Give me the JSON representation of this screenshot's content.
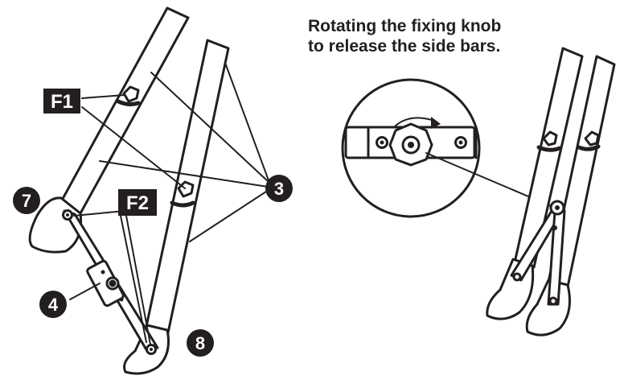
{
  "caption": {
    "line1": "Rotating the fixing knob",
    "line2": "to release the side bars."
  },
  "labels": {
    "f1": "F1",
    "f2": "F2",
    "part3": "3",
    "part4": "4",
    "part7": "7",
    "part8": "8"
  },
  "colors": {
    "ink": "#231f20",
    "paper": "#ffffff"
  }
}
